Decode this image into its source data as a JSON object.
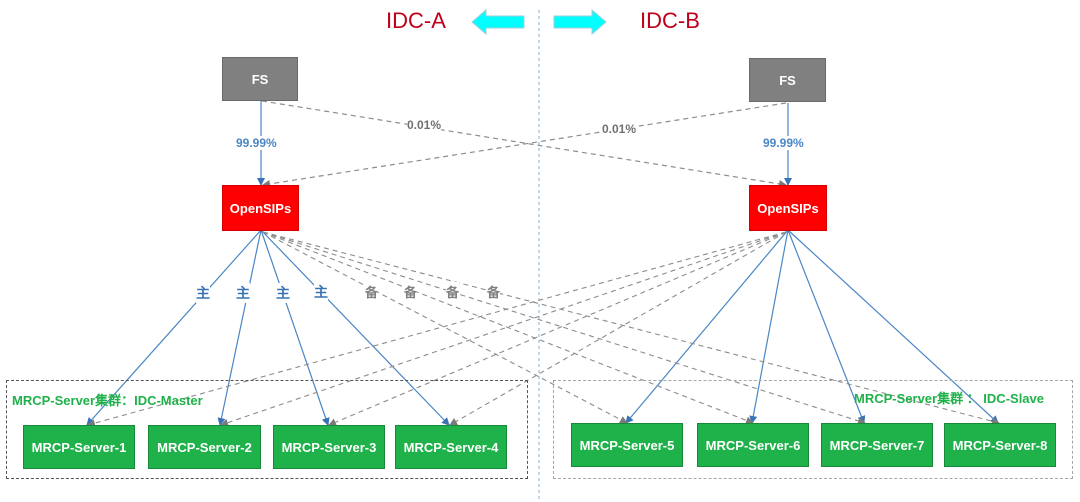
{
  "title_left": "IDC-A",
  "title_right": "IDC-B",
  "fs_left": "FS",
  "fs_right": "FS",
  "opensips_left": "OpenSIPs",
  "opensips_right": "OpenSIPs",
  "pct_primary_left": "99.99%",
  "pct_primary_right": "99.99%",
  "pct_cross_left": "0.01%",
  "pct_cross_right": "0.01%",
  "primary_marks": [
    "主",
    "主",
    "主",
    "主"
  ],
  "backup_marks": [
    "备",
    "备",
    "备",
    "备"
  ],
  "cluster_master": "MRCP-Server集群：IDC-Master",
  "cluster_slave": "MRCP-Server集群 ： IDC-Slave",
  "servers_master": [
    "MRCP-Server-1",
    "MRCP-Server-2",
    "MRCP-Server-3",
    "MRCP-Server-4"
  ],
  "servers_slave": [
    "MRCP-Server-5",
    "MRCP-Server-6",
    "MRCP-Server-7",
    "MRCP-Server-8"
  ],
  "colors": {
    "fs": "#808080",
    "opensips": "#ff0000",
    "server": "#1fb14a",
    "idc_title": "#c0001a",
    "arrow_fill": "#00ffff",
    "primary_line": "#4a86c5",
    "backup_line": "#8c8c8c"
  }
}
